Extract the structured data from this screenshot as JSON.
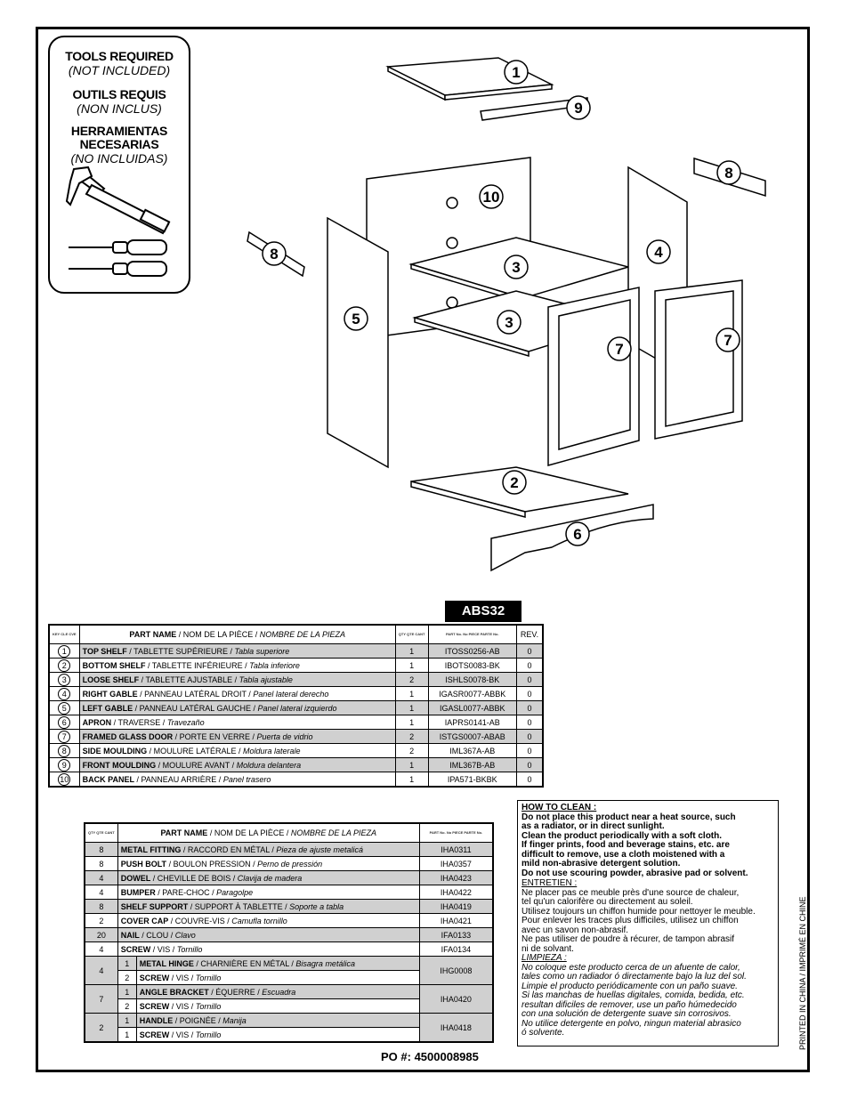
{
  "tools": {
    "en_title": "TOOLS REQUIRED",
    "en_sub": "(NOT INCLUDED)",
    "fr_title": "OUTILS REQUIS",
    "fr_sub": "(NON INCLUS)",
    "es_title1": "HERRAMIENTAS",
    "es_title2": "NECESARIAS",
    "es_sub": "(NO INCLUIDAS)"
  },
  "callouts": [
    "1",
    "9",
    "8",
    "10",
    "8",
    "4",
    "3",
    "5",
    "3",
    "7",
    "7",
    "2",
    "6"
  ],
  "model": "ABS32",
  "parts_table": {
    "key_hdr": "KEY CLE CVE",
    "name_hdr_b": "PART NAME",
    "name_hdr_r": " / NOM DE LA PIÈCE / ",
    "name_hdr_i": "NOMBRE DE LA PIEZA",
    "qty_hdr": "QTY QTE CANT",
    "code_hdr": "PART No. No PIECE PARTE No.",
    "rev_hdr": "REV.",
    "rows": [
      {
        "key": "1",
        "b": "TOP SHELF",
        "r": " / TABLETTE SUPÉRIEURE / ",
        "i": "Tabla superiore",
        "qty": "1",
        "code": "ITOSS0256-AB",
        "rev": "0"
      },
      {
        "key": "2",
        "b": "BOTTOM SHELF",
        "r": " / TABLETTE INFÉRIEURE / ",
        "i": "Tabla inferiore",
        "qty": "1",
        "code": "IBOTS0083-BK",
        "rev": "0"
      },
      {
        "key": "3",
        "b": "LOOSE SHELF",
        "r": " / TABLETTE AJUSTABLE / ",
        "i": "Tabla ajustable",
        "qty": "2",
        "code": "ISHLS0078-BK",
        "rev": "0"
      },
      {
        "key": "4",
        "b": "RIGHT GABLE",
        "r": " / PANNEAU LATÉRAL DROIT / ",
        "i": "Panel lateral derecho",
        "qty": "1",
        "code": "IGASR0077-ABBK",
        "rev": "0"
      },
      {
        "key": "5",
        "b": "LEFT GABLE",
        "r": " / PANNEAU LATÉRAL GAUCHE / ",
        "i": "Panel lateral izquierdo",
        "qty": "1",
        "code": "IGASL0077-ABBK",
        "rev": "0"
      },
      {
        "key": "6",
        "b": "APRON",
        "r": " / TRAVERSE / ",
        "i": "Travezaño",
        "qty": "1",
        "code": "IAPRS0141-AB",
        "rev": "0"
      },
      {
        "key": "7",
        "b": "FRAMED GLASS DOOR",
        "r": " / PORTE EN VERRE / ",
        "i": "Puerta de vidrio",
        "qty": "2",
        "code": "ISTGS0007-ABAB",
        "rev": "0"
      },
      {
        "key": "8",
        "b": "SIDE MOULDING",
        "r": " / MOULURE LATÉRALE / ",
        "i": "Moldura laterale",
        "qty": "2",
        "code": "IML367A-AB",
        "rev": "0"
      },
      {
        "key": "9",
        "b": "FRONT MOULDING",
        "r": " / MOULURE AVANT / ",
        "i": "Moldura delantera",
        "qty": "1",
        "code": "IML367B-AB",
        "rev": "0"
      },
      {
        "key": "10",
        "b": "BACK PANEL",
        "r": " / PANNEAU ARRIÈRE / ",
        "i": "Panel trasero",
        "qty": "1",
        "code": "IPA571-BKBK",
        "rev": "0"
      }
    ]
  },
  "hardware_table": {
    "qty_hdr": "QTY QTE CANT",
    "name_hdr_b": "PART NAME",
    "name_hdr_r": " / NOM DE LA PIÈCE / ",
    "name_hdr_i": "NOMBRE DE LA PIEZA",
    "code_hdr": "PART No. No PIECE PARTE No.",
    "rows": [
      {
        "qty": "8",
        "b": "METAL FITTING",
        "r": " / RACCORD EN MÉTAL / ",
        "i": "Pieza de ajuste metalicá",
        "code": "IHA0311"
      },
      {
        "qty": "8",
        "b": "PUSH BOLT",
        "r": " / BOULON PRESSION / ",
        "i": "Perno de pressión",
        "code": "IHA0357"
      },
      {
        "qty": "4",
        "b": "DOWEL",
        "r": " / CHEVILLE DE BOIS / ",
        "i": "Clavija de madera",
        "code": "IHA0423"
      },
      {
        "qty": "4",
        "b": "BUMPER",
        "r": " / PARE-CHOC / ",
        "i": "Paragolpe",
        "code": "IHA0422"
      },
      {
        "qty": "8",
        "b": "SHELF SUPPORT",
        "r": " / SUPPORT À TABLETTE / ",
        "i": "Soporte a tabla",
        "code": "IHA0419"
      },
      {
        "qty": "2",
        "b": "COVER CAP",
        "r": " / COUVRE-VIS / ",
        "i": "Camufla tornillo",
        "code": "IHA0421"
      },
      {
        "qty": "20",
        "b": "NAIL",
        "r": " / CLOU / ",
        "i": "Clavo",
        "code": "IFA0133"
      },
      {
        "qty": "4",
        "b": "SCREW",
        "r": " / VIS / ",
        "i": "Tornillo",
        "code": "IFA0134"
      }
    ],
    "groups": [
      {
        "qty": "4",
        "code": "IHG0008",
        "items": [
          {
            "sub": "1",
            "b": "METAL HINGE",
            "r": " / CHARNIÈRE EN MÉTAL / ",
            "i": "Bisagra metálica"
          },
          {
            "sub": "2",
            "b": "SCREW",
            "r": " / VIS / ",
            "i": "Tornillo"
          }
        ]
      },
      {
        "qty": "7",
        "code": "IHA0420",
        "items": [
          {
            "sub": "1",
            "b": "ANGLE BRACKET",
            "r": " / ÉQUERRE / ",
            "i": "Escuadra"
          },
          {
            "sub": "2",
            "b": "SCREW",
            "r": " / VIS / ",
            "i": "Tornillo"
          }
        ]
      },
      {
        "qty": "2",
        "code": "IHA0418",
        "items": [
          {
            "sub": "1",
            "b": "HANDLE",
            "r": " / POIGNÉE / ",
            "i": "Manija"
          },
          {
            "sub": "1",
            "b": "SCREW",
            "r": " / VIS / ",
            "i": "Tornillo"
          }
        ]
      }
    ]
  },
  "clean": {
    "title": "HOW TO CLEAN :",
    "en": [
      "Do not place this product near a heat source, such",
      "as a radiator, or in direct sunlight.",
      "Clean the product periodically with a soft cloth.",
      "If finger prints, food and beverage stains, etc. are",
      "difficult to remove, use a cloth moistened with a",
      "mild non-abrasive detergent solution.",
      "Do not use scouring powder, abrasive pad or solvent."
    ],
    "fr_title": "ENTRETIEN :",
    "fr": [
      "Ne placer pas ce meuble près d'une source de chaleur,",
      "tel qu'un calorifère ou directement au soleil.",
      "Utilisez toujours un chiffon humide pour nettoyer le meuble.",
      "Pour enlever les traces plus difficiles, utilisez un chiffon",
      "avec un savon non-abrasif.",
      "Ne pas utiliser de poudre à récurer, de tampon abrasif",
      "ni de solvant."
    ],
    "es_title": "LIMPIEZA :",
    "es": [
      "No coloque este producto cerca de un afuente de calor,",
      "tales como un radiador ó directamente bajo la luz del sol.",
      "Limpie el producto periódicamente con un paño suave.",
      "Si las manchas de huellas digitales, comida, bedida, etc.",
      "resultan dificiles de remover, use un paño húmedecido",
      "con una solución de detergente suave sin corrosivos.",
      "No utilice detergente en polvo, ningun material abrasico",
      "ó solvente."
    ]
  },
  "po": "PO #:  4500008985",
  "printed": "PRINTED IN CHINA / IMPRIMÉ   EN CHINE"
}
